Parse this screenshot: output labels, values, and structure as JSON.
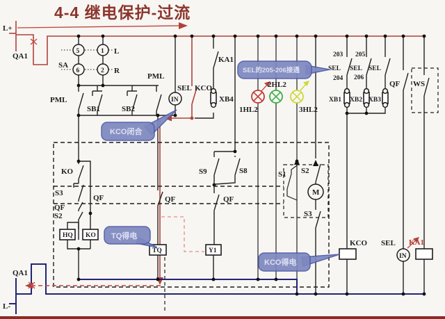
{
  "title": {
    "text": "4-4  继电保护-过流"
  },
  "rails": {
    "l_plus": "L+",
    "qa1_top": "QA1",
    "l_minus": "L-",
    "qa1_bottom": "QA1"
  },
  "selector": {
    "sa": "SA",
    "c5": "5",
    "c1": "1",
    "l": "L",
    "c6": "6",
    "c2": "2",
    "r": "R"
  },
  "labels": {
    "pml_left": "PML",
    "sb1": "SB1",
    "sb2": "SB2",
    "pml_mid": "PML",
    "sel_top": "SEL",
    "in_top": "IN",
    "kco_contact": "KCO",
    "ka1_top": "KA1",
    "xb4": "XB4",
    "hl1": "1HL2",
    "hl2": "2HL2",
    "hl3": "3HL2",
    "t203": "203",
    "t205": "205",
    "t204": "204",
    "t206": "206",
    "sel1": "SEL",
    "sel2": "SEL",
    "sel3": "SEL",
    "xb1": "XB1",
    "xb2": "XB2",
    "xb3": "XB3",
    "qf_top": "QF",
    "ws": "WS",
    "ko_contact": "KO",
    "s3_left": "S3",
    "qf_left": "QF",
    "s2_left": "S2",
    "hq_coil": "HQ",
    "ko_coil": "KO",
    "qf_bypass": "QF",
    "tq_coil": "TQ",
    "qf_tq": "QF",
    "s9": "S9",
    "s8": "S8",
    "qf_y1": "QF",
    "y1_coil": "Y1",
    "s1": "S1",
    "s2_box": "S2",
    "motor": "M",
    "s3_box": "S3",
    "kco_coil": "KCO",
    "sel_bottom": "SEL",
    "in_bottom": "IN",
    "ka1_coil": "KA1"
  },
  "callouts": {
    "kco_closed": "KCO闭合",
    "sel_206": "SEL的205-206接通",
    "tq_energized": "TQ得电",
    "kco_energized": "KCO得电"
  },
  "colors": {
    "wire": "#222222",
    "red_path": "#b1413a",
    "navy_rail": "#232378",
    "lamp_red": "#c23a34",
    "lamp_green": "#3fae49",
    "lamp_yellow": "#cdd83a",
    "callout_fill": "#7e88c0",
    "title": "#8c352c"
  }
}
